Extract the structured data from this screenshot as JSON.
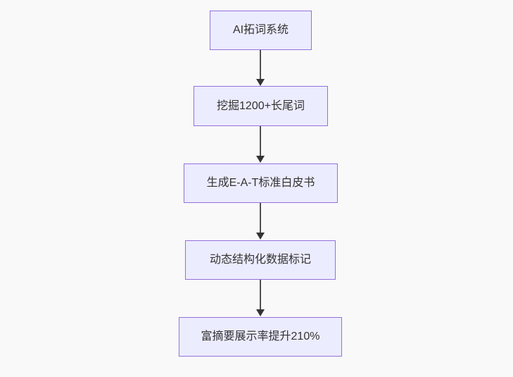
{
  "diagram": {
    "type": "flowchart",
    "direction": "top-down",
    "nodes": [
      {
        "id": "n1",
        "label": "AI拓词系统"
      },
      {
        "id": "n2",
        "label": "挖掘1200+长尾词"
      },
      {
        "id": "n3",
        "label": "生成E-A-T标准白皮书"
      },
      {
        "id": "n4",
        "label": "动态结构化数据标记"
      },
      {
        "id": "n5",
        "label": "富摘要展示率提升210%"
      }
    ],
    "edges": [
      {
        "from": "n1",
        "to": "n2"
      },
      {
        "from": "n2",
        "to": "n3"
      },
      {
        "from": "n3",
        "to": "n4"
      },
      {
        "from": "n4",
        "to": "n5"
      }
    ]
  },
  "colors": {
    "page_background": "#f9f9f9",
    "node_fill": "#ECECFF",
    "node_border": "#9370DB",
    "node_text": "#333333",
    "arrow": "#333333"
  }
}
